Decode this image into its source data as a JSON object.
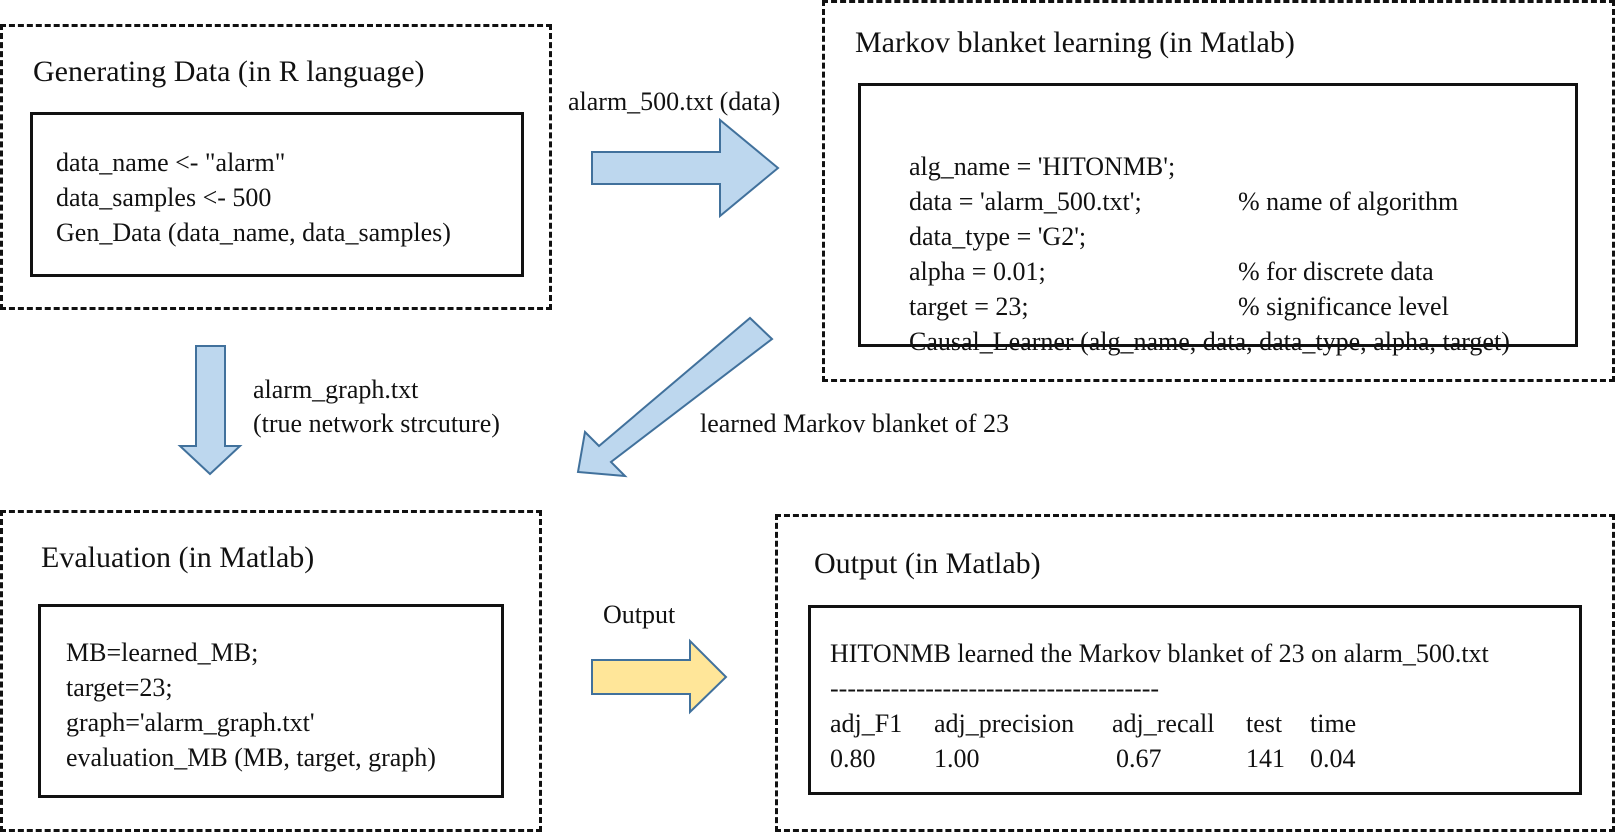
{
  "colors": {
    "blue_arrow_fill": "#bdd7ee",
    "blue_arrow_stroke": "#41719c",
    "yellow_arrow_fill": "#ffe699",
    "yellow_arrow_stroke": "#41719c"
  },
  "generating": {
    "title": "Generating Data  (in R language)",
    "lines": [
      "data_name <- \"alarm\"",
      "data_samples <- 500",
      "Gen_Data (data_name, data_samples)"
    ]
  },
  "markov": {
    "title": "Markov blanket learning   (in Matlab)",
    "lines": [
      {
        "code": "alg_name = 'HITONMB';",
        "comment": "% name of algorithm"
      },
      {
        "code": "data = 'alarm_500.txt';",
        "comment": ""
      },
      {
        "code": "data_type = 'G2';",
        "comment": "% for discrete data"
      },
      {
        "code": "alpha = 0.01;",
        "comment": "% significance level"
      },
      {
        "code": "target = 23;",
        "comment": ""
      },
      {
        "code": "Causal_Learner (alg_name, data, data_type, alpha, target)",
        "comment": ""
      }
    ]
  },
  "evaluation": {
    "title": "Evaluation  (in Matlab)",
    "lines": [
      "MB=learned_MB;",
      "target=23;",
      "graph='alarm_graph.txt'",
      "evaluation_MB (MB, target, graph)"
    ]
  },
  "output": {
    "title": "Output  (in Matlab)",
    "headline": "HITONMB learned the Markov blanket of 23 on alarm_500.txt",
    "separator": "--------------------------------------",
    "headers": [
      "adj_F1",
      "adj_precision",
      "adj_recall",
      "test",
      "time"
    ],
    "values": [
      "0.80",
      "1.00",
      "0.67",
      "141",
      "0.04"
    ]
  },
  "arrows": {
    "data_label": "alarm_500.txt (data)",
    "graph_label_line1": "alarm_graph.txt",
    "graph_label_line2": "(true network strcuture)",
    "mb_label": "learned Markov blanket of 23",
    "output_label": "Output"
  }
}
